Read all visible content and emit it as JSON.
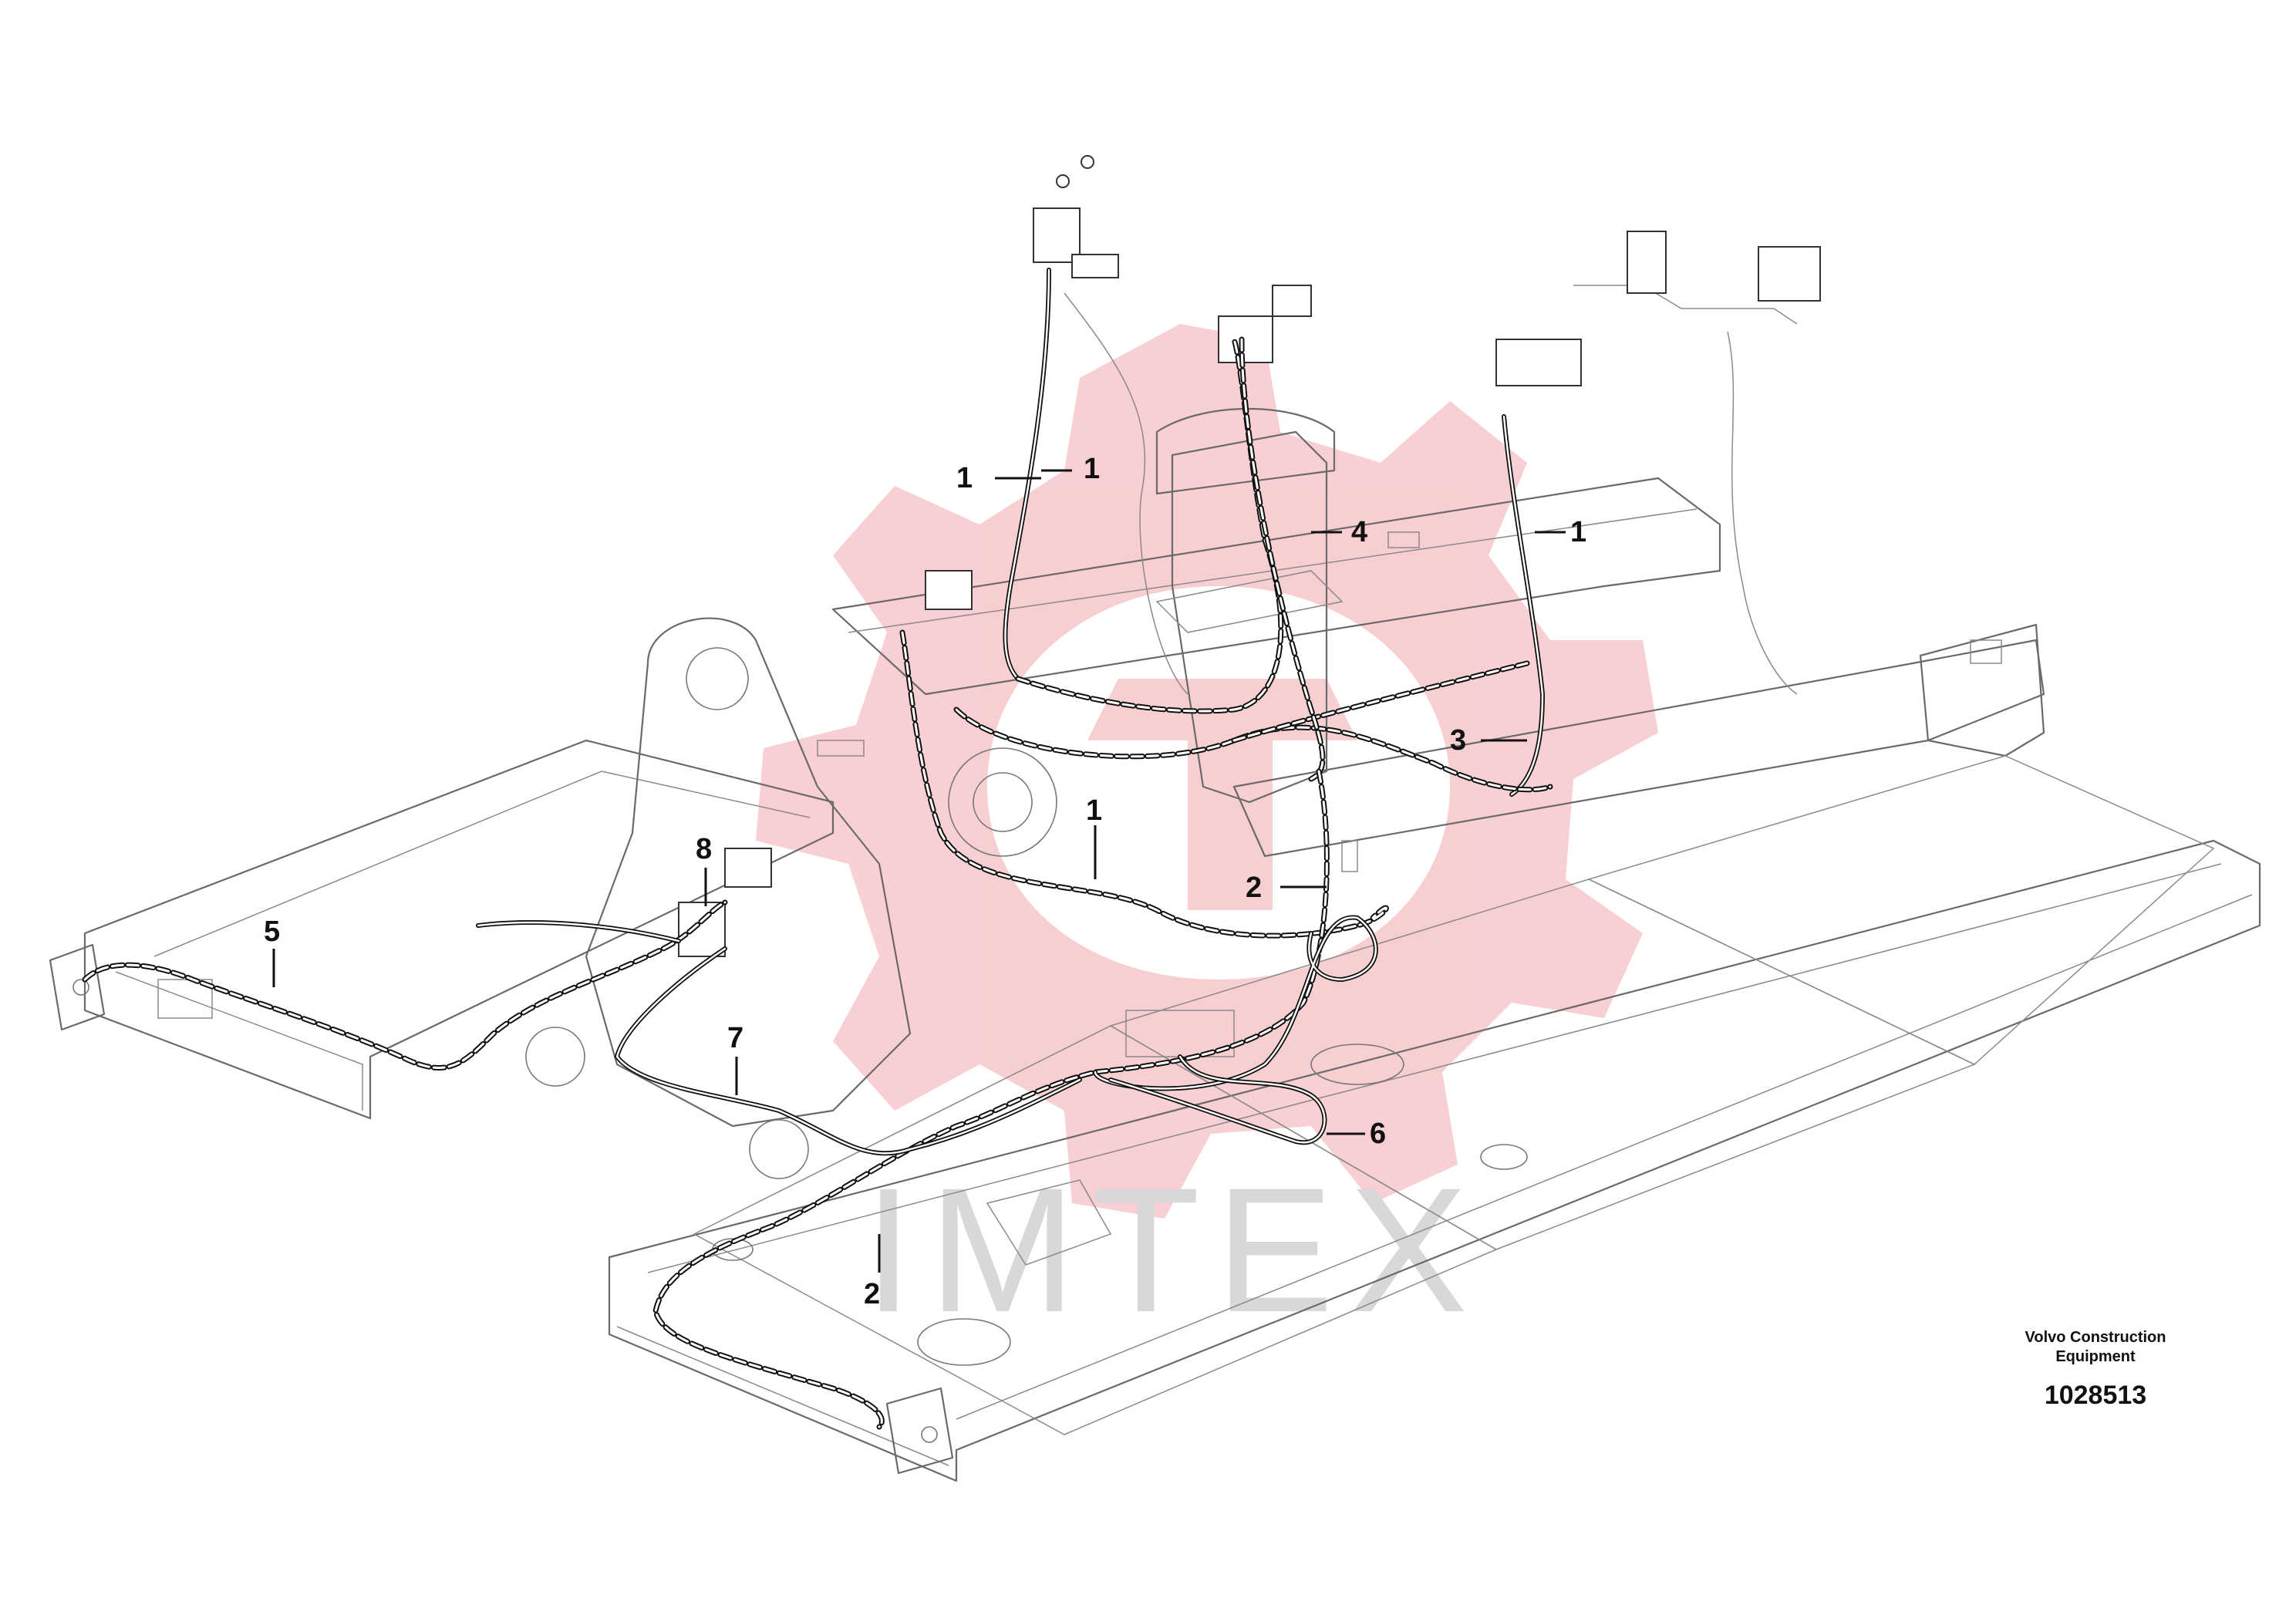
{
  "callouts": [
    {
      "id": "c1a",
      "text": "1"
    },
    {
      "id": "c1b",
      "text": "1"
    },
    {
      "id": "c1c",
      "text": "1"
    },
    {
      "id": "c1d",
      "text": "1"
    },
    {
      "id": "c2a",
      "text": "2"
    },
    {
      "id": "c2b",
      "text": "2"
    },
    {
      "id": "c3",
      "text": "3"
    },
    {
      "id": "c4",
      "text": "4"
    },
    {
      "id": "c5",
      "text": "5"
    },
    {
      "id": "c6",
      "text": "6"
    },
    {
      "id": "c7",
      "text": "7"
    },
    {
      "id": "c8",
      "text": "8"
    }
  ],
  "caption": {
    "maker_line1": "Volvo Construction",
    "maker_line2": "Equipment",
    "drawing_number": "1028513"
  },
  "watermark": {
    "text": "IMTEX",
    "logo_color": "#f3a8ad",
    "text_color": "#d8d8d8"
  },
  "colors": {
    "line_art": "#6a6a6a",
    "harness": "#111111",
    "background": "#ffffff"
  }
}
